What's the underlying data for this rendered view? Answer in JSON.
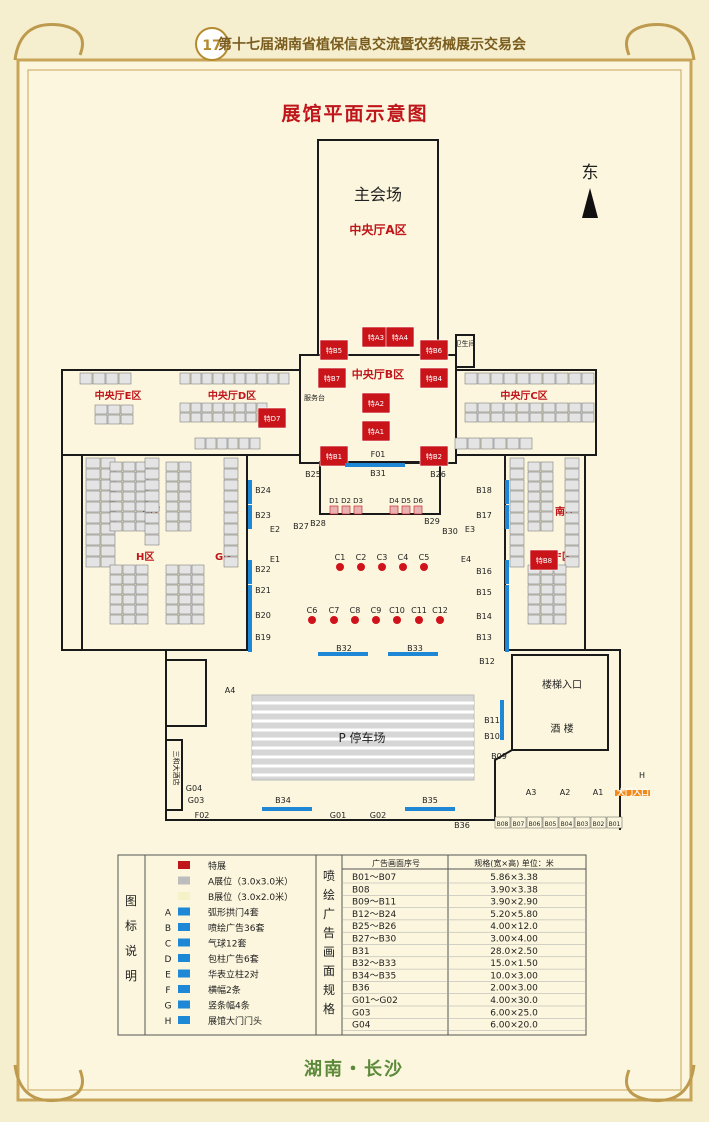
{
  "header": {
    "badge": "17",
    "title": "第十七届湖南省植保信息交流暨农药械展示交易会"
  },
  "map": {
    "title": "展馆平面示意图",
    "compass": "东",
    "main_venue": "主会场",
    "zone_a": "中央厅A区",
    "zone_b": "中央厅B区",
    "zone_c": "中央厅C区",
    "zone_d": "中央厅D区",
    "zone_e": "中央厅E区",
    "north_hall": "北厅",
    "south_hall": "南厅",
    "zone_h": "H区",
    "zone_g": "G区",
    "zone_f": "F区",
    "toilet": "卫生间",
    "service_desk": "服务台",
    "parking": "P 停车场",
    "stairs_entrance": "楼梯入口",
    "restaurant": "酒 楼",
    "hotel": "三和大酒店",
    "main_entrance": "大门入口",
    "special_booths": [
      "特A3",
      "特A4",
      "特B5",
      "特B6",
      "特B7",
      "特B4",
      "特A2",
      "特A1",
      "特B1",
      "特B2",
      "特B8",
      "特D7"
    ],
    "labels": [
      "F01",
      "B31",
      "B25",
      "B26",
      "B24",
      "B23",
      "B22",
      "B21",
      "B20",
      "B19",
      "B18",
      "B17",
      "B16",
      "B15",
      "B14",
      "B13",
      "B12",
      "B11",
      "B10",
      "B09",
      "B27",
      "B28",
      "B29",
      "B30",
      "B32",
      "B33",
      "B34",
      "B35",
      "B36",
      "E1",
      "E2",
      "E3",
      "E4",
      "A1",
      "A2",
      "A3",
      "A4",
      "G01",
      "G02",
      "G03",
      "G04",
      "F02",
      "H"
    ],
    "balloons": [
      "C1",
      "C2",
      "C3",
      "C4",
      "C5",
      "C6",
      "C7",
      "C8",
      "C9",
      "C10",
      "C11",
      "C12"
    ],
    "pillars": [
      "D1",
      "D2",
      "D3",
      "D4",
      "D5",
      "D6"
    ],
    "bottom_row": [
      "B08",
      "B07",
      "B06",
      "B05",
      "B04",
      "B03",
      "B02",
      "B01"
    ]
  },
  "legend_title": "图标说明",
  "legend": [
    {
      "key": "",
      "text": "特展"
    },
    {
      "key": "",
      "text": "A展位（3.0x3.0米）"
    },
    {
      "key": "",
      "text": "B展位（3.0x2.0米）"
    },
    {
      "key": "A",
      "text": "弧形拱门4套"
    },
    {
      "key": "B",
      "text": "喷绘广告36套"
    },
    {
      "key": "C",
      "text": "气球12套"
    },
    {
      "key": "D",
      "text": "包柱广告6套"
    },
    {
      "key": "E",
      "text": "华表立柱2对"
    },
    {
      "key": "F",
      "text": "横幅2条"
    },
    {
      "key": "G",
      "text": "竖条幅4条"
    },
    {
      "key": "H",
      "text": "展馆大门门头"
    }
  ],
  "spec_title": "喷绘广告画面规格",
  "spec_header": [
    "广告画面序号",
    "规格(宽×高) 单位：米"
  ],
  "spec_rows": [
    [
      "B01～B07",
      "5.86×3.38"
    ],
    [
      "B08",
      "3.90×3.38"
    ],
    [
      "B09～B11",
      "3.90×2.90"
    ],
    [
      "B12～B24",
      "5.20×5.80"
    ],
    [
      "B25～B26",
      "4.00×12.0"
    ],
    [
      "B27～B30",
      "3.00×4.00"
    ],
    [
      "B31",
      "28.0×2.50"
    ],
    [
      "B32～B33",
      "15.0×1.50"
    ],
    [
      "B34～B35",
      "10.0×3.00"
    ],
    [
      "B36",
      "2.00×3.00"
    ],
    [
      "G01～G02",
      "4.00×30.0"
    ],
    [
      "G03",
      "6.00×25.0"
    ],
    [
      "G04",
      "6.00×20.0"
    ]
  ],
  "footer": "湖南・长沙",
  "colors": {
    "background": "#f5efcf",
    "accent": "#c0151b",
    "sign": "#1e88d6",
    "border": "#c9a55a"
  }
}
